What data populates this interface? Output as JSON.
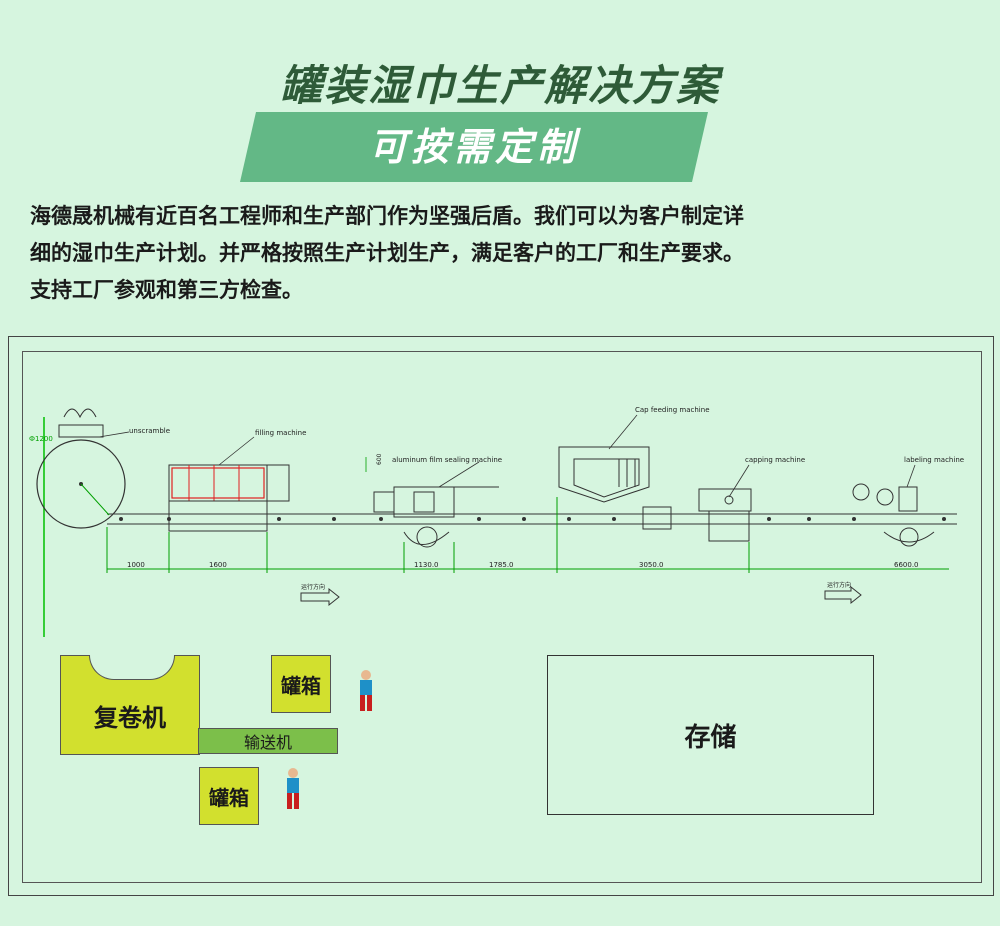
{
  "header": {
    "title": "罐装湿巾生产解决方案",
    "banner": "可按需定制"
  },
  "description": [
    "海德晟机械有近百名工程师和生产部门作为坚强后盾。我们可以为客户制定详",
    "细的湿巾生产计划。并严格按照生产计划生产，满足客户的工厂和生产要求。",
    "支持工厂参观和第三方检查。"
  ],
  "layout": {
    "machines": {
      "unscramble": "unscramble",
      "filling": "filling machine",
      "sealing": "aluminum film sealing machine",
      "cap_feeding": "Cap feeding machine",
      "capping": "capping machine",
      "labeling": "labeling machine"
    },
    "dimensions": {
      "diameter": "Ф1200",
      "height": "600",
      "d1": "1000",
      "d2": "1600",
      "d3": "1130.0",
      "d4": "1785.0",
      "d5": "3050.0",
      "d6": "6600.0"
    },
    "direction_label": "运行方向",
    "areas": {
      "rewinder": "复卷机",
      "cans_1": "罐箱",
      "cans_2": "罐箱",
      "conveyor": "输送机",
      "storage": "存储"
    }
  },
  "colors": {
    "background": "#d6f5df",
    "banner": "#63b886",
    "title": "#2e5b38",
    "rewinder": "#d2e02e",
    "conveyor": "#7cbf4a",
    "guide_line": "#00c000"
  }
}
